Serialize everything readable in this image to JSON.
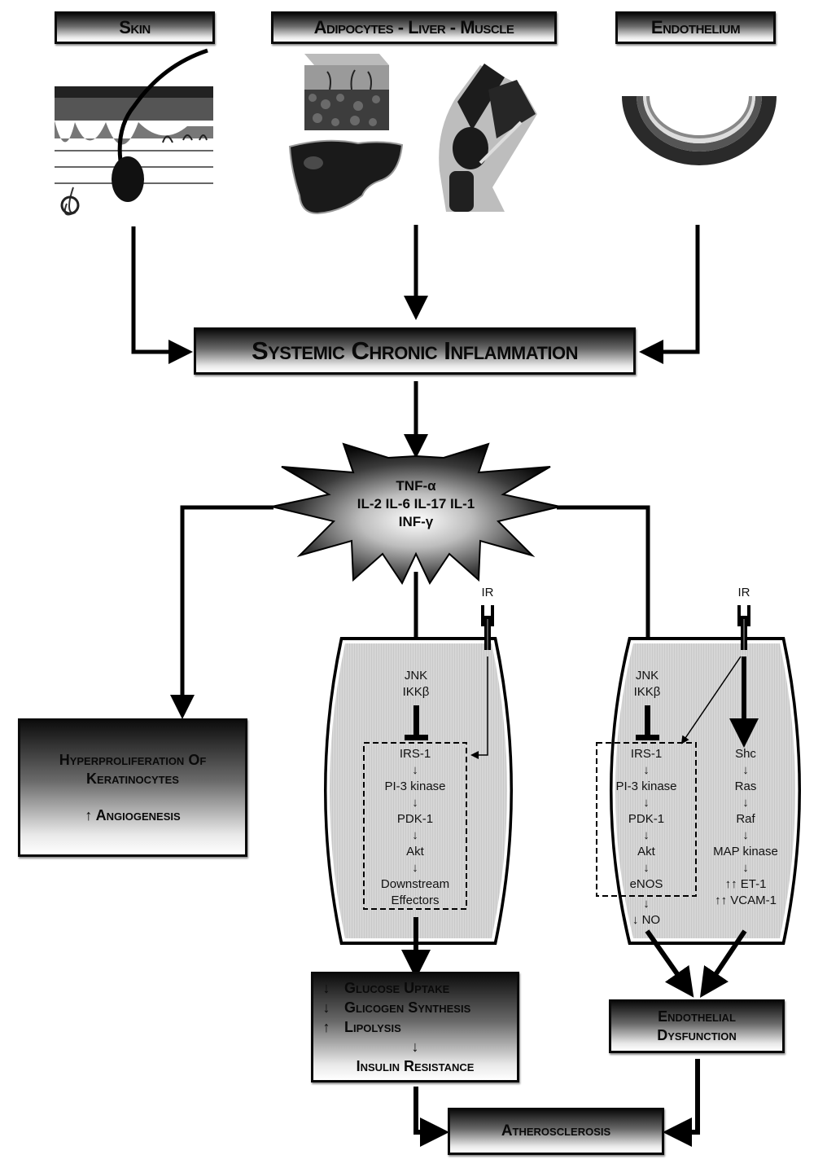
{
  "tissues": {
    "skin": {
      "label": "Skin",
      "illustration": "skin-cross-section"
    },
    "adipo_liver_muscle": {
      "label": "Adipocytes - Liver - Muscle",
      "illustrations": [
        "adipose-tissue-block",
        "liver",
        "knee-muscle"
      ]
    },
    "endothelium": {
      "label": "Endothelium",
      "illustration": "vessel-wall"
    }
  },
  "systemic": {
    "label": "Systemic Chronic Inflammation"
  },
  "cytokines": {
    "line1": "TNF-α",
    "line2": "IL-2 IL-6 IL-17 IL-1",
    "line3": "INF-γ"
  },
  "keratinocytes": {
    "line1": "Hyperproliferation Of",
    "line2": "Keratinocytes",
    "line3_arrow": "↑",
    "line3": "Angiogenesis"
  },
  "cell_left": {
    "receptor": "IR",
    "kinase1": "JNK",
    "kinase2": "IKKβ",
    "pathway": [
      "IRS-1",
      "PI-3 kinase",
      "PDK-1",
      "Akt",
      "Downstream",
      "Effectors"
    ],
    "step_arrow": "↓"
  },
  "cell_right": {
    "receptor": "IR",
    "kinase1": "JNK",
    "kinase2": "IKKβ",
    "pathway": [
      "IRS-1",
      "PI-3 kinase",
      "PDK-1",
      "Akt",
      "eNOS"
    ],
    "after_box": "↓ NO",
    "mapk": [
      "Shc",
      "Ras",
      "Raf",
      "MAP kinase"
    ],
    "outputs": [
      "↑↑ ET-1",
      "↑↑ VCAM-1"
    ],
    "step_arrow": "↓"
  },
  "metabolic": {
    "items": [
      {
        "arrow": "↓",
        "label": "Glucose Uptake"
      },
      {
        "arrow": "↓",
        "label": "Glicogen Synthesis"
      },
      {
        "arrow": "↑",
        "label": "Lipolysis"
      }
    ],
    "step_arrow": "↓",
    "result": "Insulin Resistance"
  },
  "endothelial": {
    "line1": "Endothelial",
    "line2": "Dysfunction"
  },
  "athero": {
    "label": "Atherosclerosis"
  }
}
